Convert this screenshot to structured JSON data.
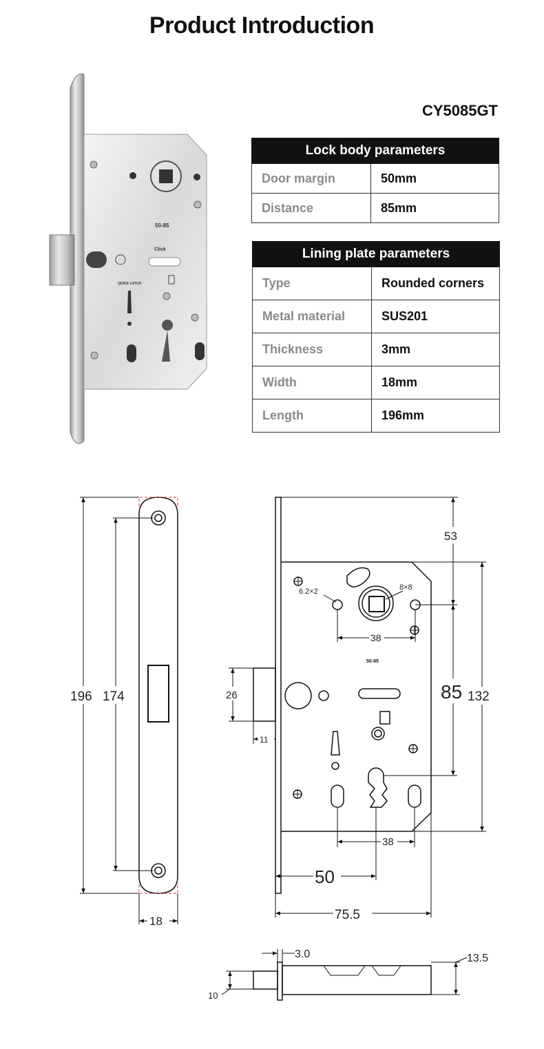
{
  "header": {
    "title": "Product Introduction",
    "model": "CY5085GT"
  },
  "lock_body": {
    "heading": "Lock body parameters",
    "rows": [
      {
        "label": "Door margin",
        "value": "50mm"
      },
      {
        "label": "Distance",
        "value": "85mm"
      }
    ]
  },
  "lining_plate": {
    "heading": "Lining plate parameters",
    "rows": [
      {
        "label": "Type",
        "value": "Rounded corners"
      },
      {
        "label": "Metal material",
        "value": "SUS201"
      },
      {
        "label": "Thickness",
        "value": "3mm"
      },
      {
        "label": "Width",
        "value": "18mm"
      },
      {
        "label": "Length",
        "value": "196mm"
      }
    ]
  },
  "photo": {
    "marks": {
      "distance": "50-85",
      "click": "Click",
      "quick": "QUICK LATCH"
    }
  },
  "drawing": {
    "faceplate": {
      "total": "196",
      "holes": "174",
      "width": "18"
    },
    "body": {
      "top": "53",
      "distance": "85",
      "height": "132",
      "latch": "26",
      "latch_depth": "11",
      "hole": "6.2×2",
      "spindle": "8×8",
      "spacing_top": "38",
      "spacing_bottom": "38",
      "backset": "50",
      "width": "75.5",
      "marks": "50-85"
    },
    "side": {
      "plate": "3.0",
      "thickness": "13.5",
      "latch": "10"
    }
  }
}
